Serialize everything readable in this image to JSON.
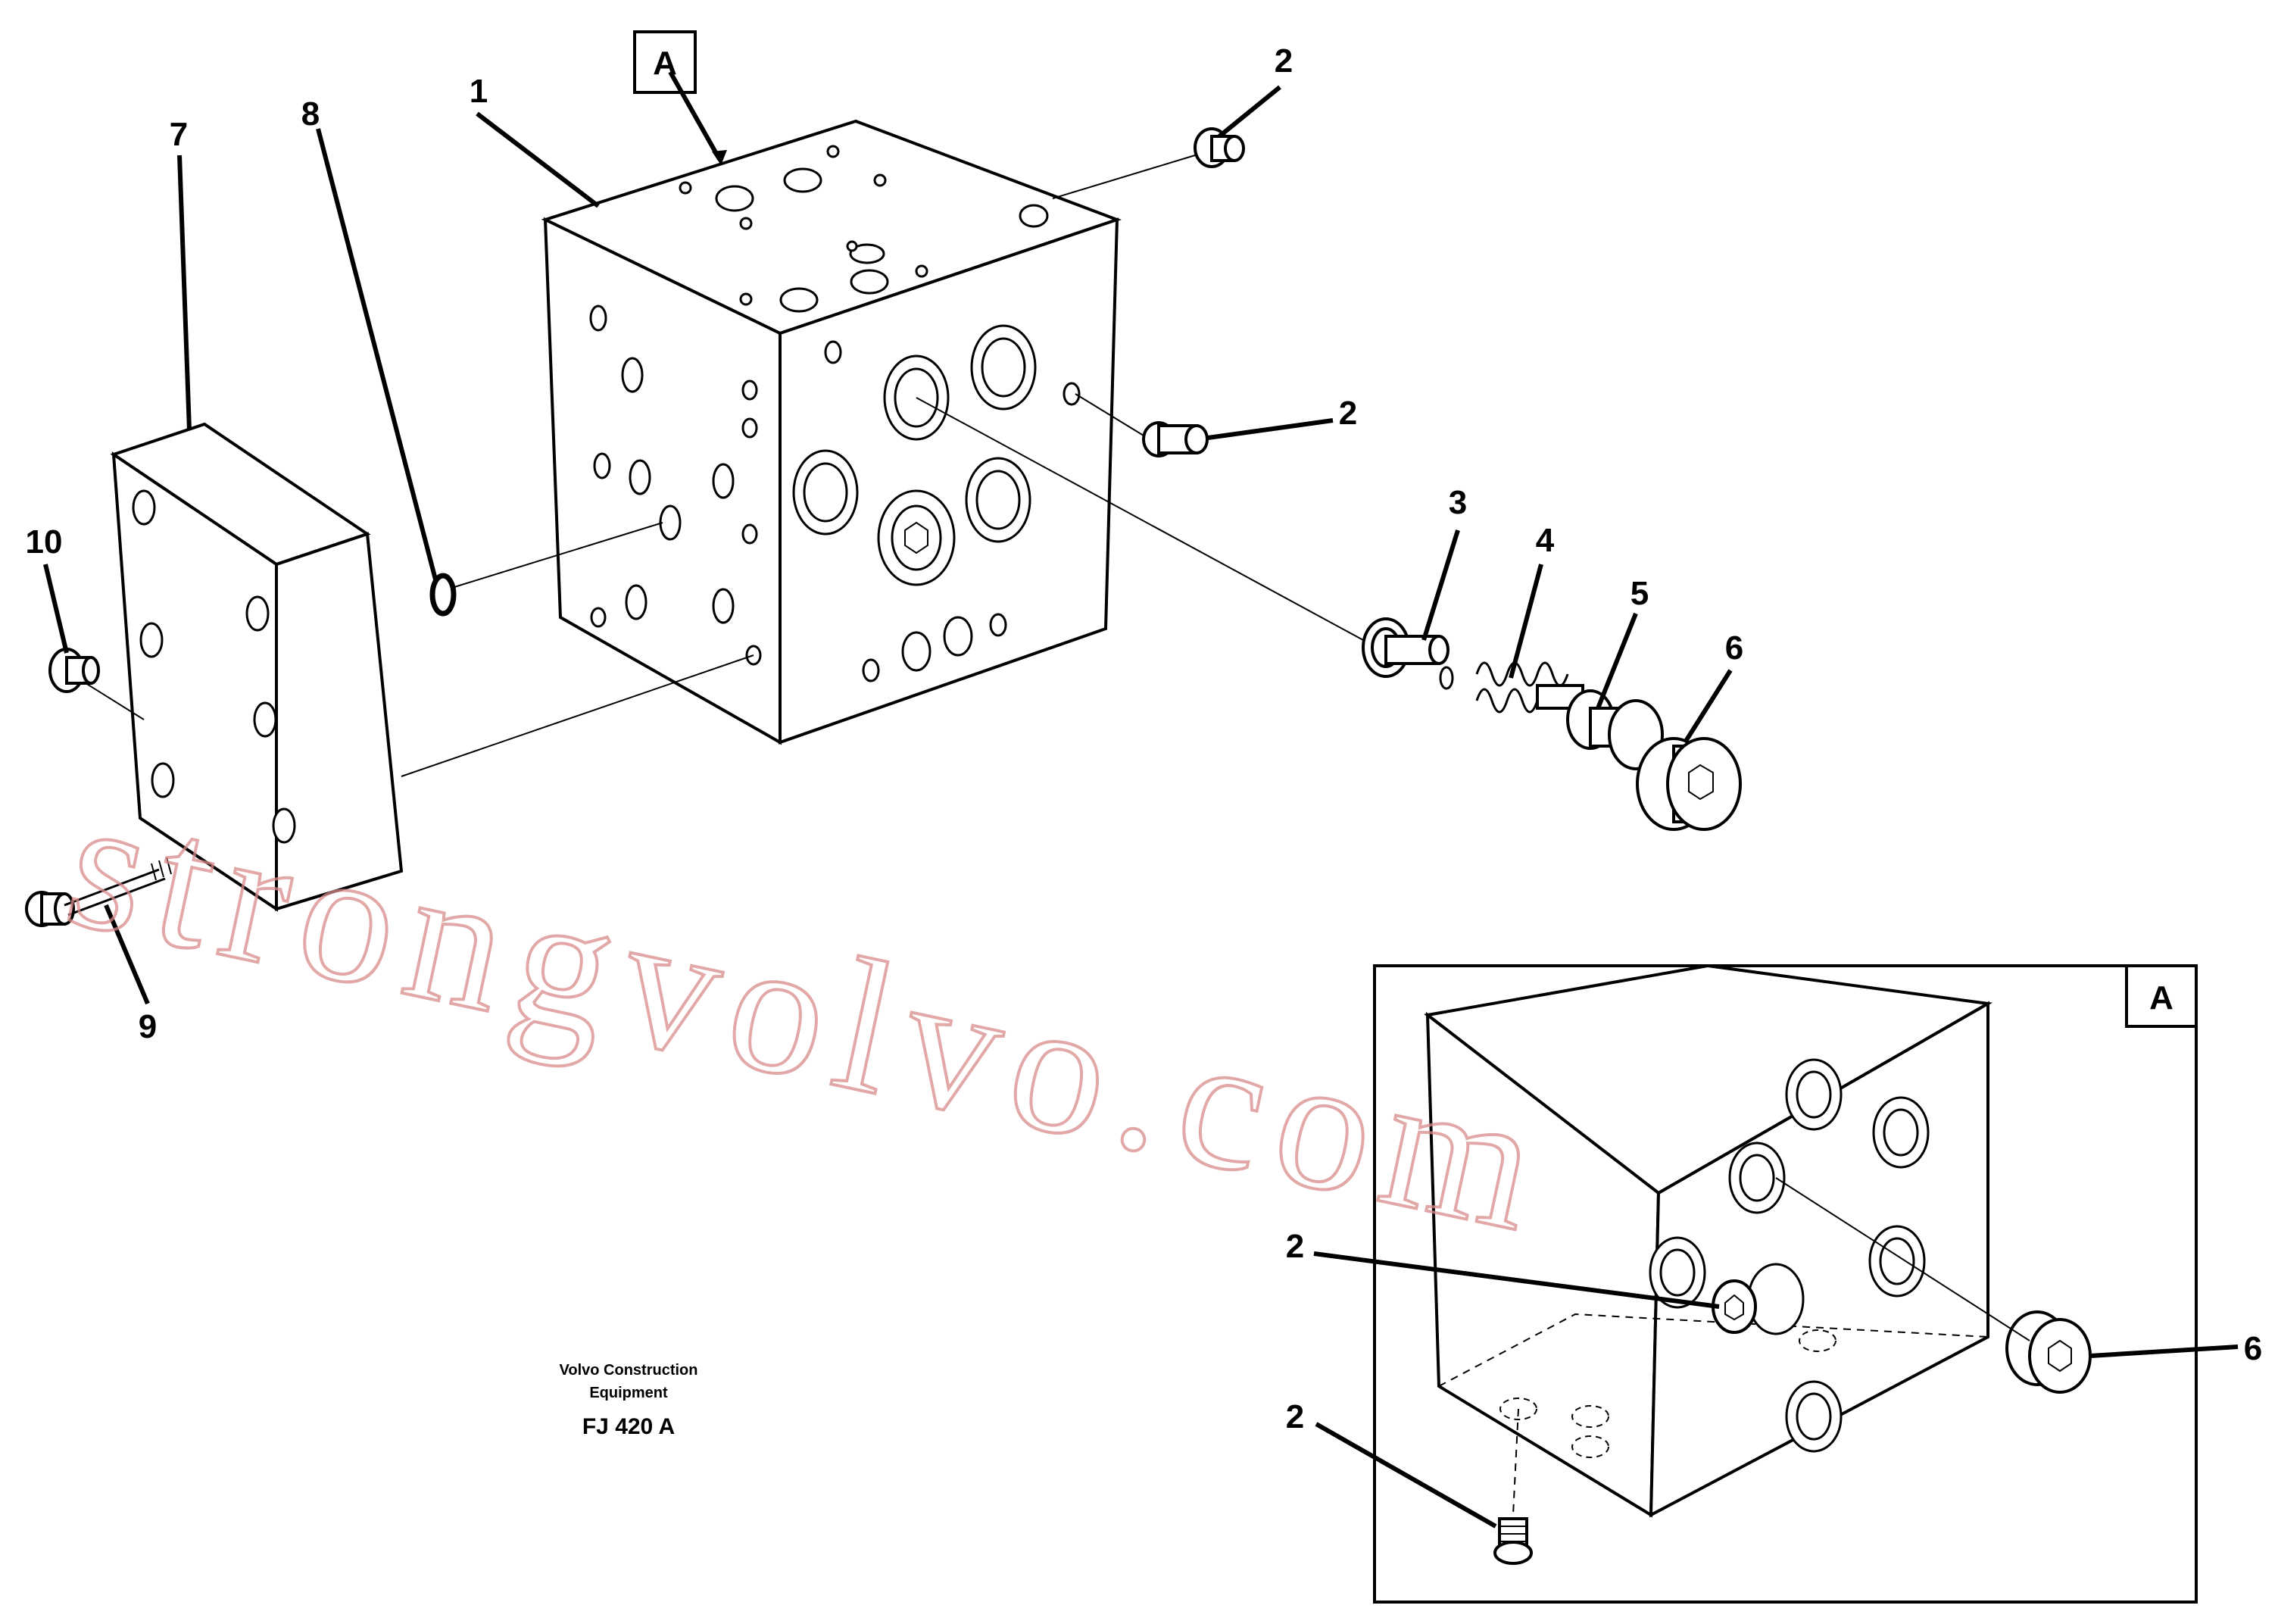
{
  "diagram": {
    "view_labels": {
      "main_view": "A",
      "detail_view": "A"
    },
    "callouts": {
      "c1": "1",
      "c2_top": "2",
      "c2_mid": "2",
      "c3": "3",
      "c4": "4",
      "c5": "5",
      "c6": "6",
      "c7": "7",
      "c8": "8",
      "c9": "9",
      "c10": "10",
      "d2_upper": "2",
      "d2_lower": "2",
      "d6": "6"
    },
    "caption": {
      "line1": "Volvo Construction",
      "line2": "Equipment",
      "code": "FJ 420 A"
    },
    "watermark": "strongvolvo.com"
  }
}
